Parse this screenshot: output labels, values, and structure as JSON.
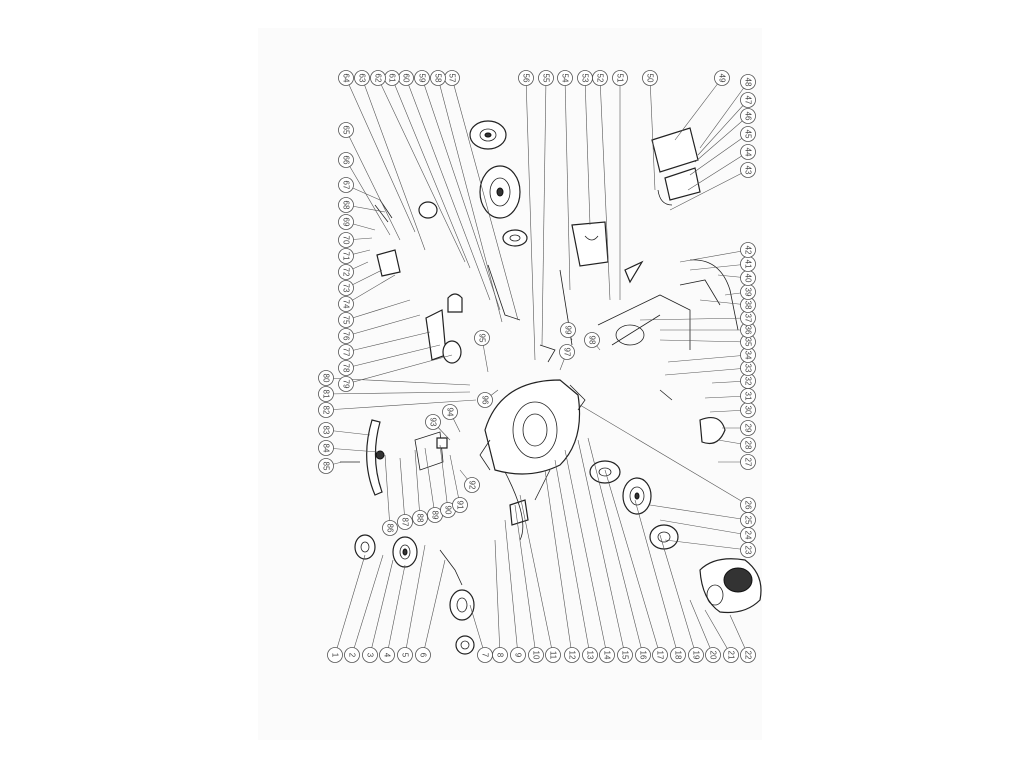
{
  "diagram": {
    "title": "",
    "part_numbers": [
      "1",
      "2",
      "3",
      "4",
      "5",
      "6",
      "7",
      "8",
      "9",
      "10",
      "11",
      "12",
      "13",
      "14",
      "15",
      "16",
      "17",
      "18",
      "19",
      "20",
      "21",
      "22",
      "23",
      "24",
      "25",
      "26",
      "27",
      "28",
      "29",
      "30",
      "31",
      "32",
      "33",
      "34",
      "35",
      "36",
      "37",
      "38",
      "39",
      "40",
      "41",
      "42",
      "43",
      "44",
      "45",
      "46",
      "47",
      "48",
      "49",
      "50",
      "51",
      "52",
      "53",
      "54",
      "55",
      "56",
      "57",
      "58",
      "59",
      "60",
      "61",
      "62",
      "63",
      "64",
      "65",
      "66",
      "67",
      "68",
      "69",
      "70",
      "71",
      "72",
      "73",
      "74",
      "75",
      "76",
      "77",
      "78",
      "79",
      "80",
      "81",
      "82",
      "83",
      "84",
      "85",
      "86",
      "87",
      "88",
      "89",
      "90",
      "91",
      "92",
      "93",
      "94",
      "95",
      "96",
      "97",
      "98",
      "99"
    ]
  }
}
